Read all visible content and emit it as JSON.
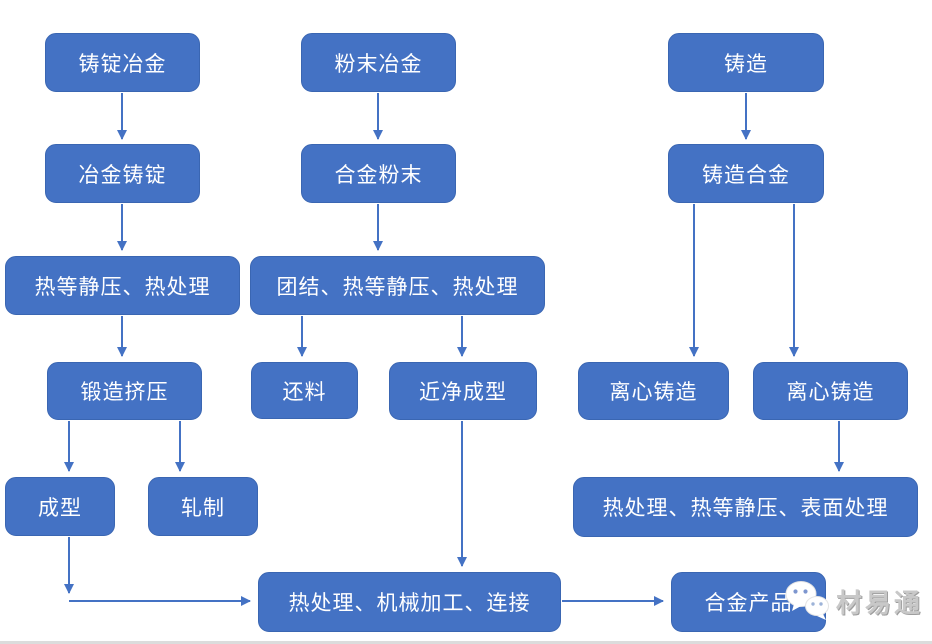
{
  "diagram": {
    "type": "flowchart",
    "nodes": {
      "ingot_metallurgy": "铸锭冶金",
      "metallurgy_ingot": "冶金铸锭",
      "hip_heat_treatment": "热等静压、热处理",
      "forging_extrusion": "锻造挤压",
      "forming": "成型",
      "rolling": "轧制",
      "powder_metallurgy": "粉末冶金",
      "alloy_powder": "合金粉末",
      "consolidation_hip_heat_treatment": "团结、热等静压、热处理",
      "billet": "还料",
      "near_net_shape": "近净成型",
      "casting": "铸造",
      "cast_alloy": "铸造合金",
      "centrifugal_casting_left": "离心铸造",
      "centrifugal_casting_right": "离心铸造",
      "heat_hip_surface_treatment": "热处理、热等静压、表面处理",
      "heat_machining_joining": "热处理、机械加工、连接",
      "alloy_product": "合金产品"
    },
    "edges": [
      [
        "ingot_metallurgy",
        "metallurgy_ingot"
      ],
      [
        "metallurgy_ingot",
        "hip_heat_treatment"
      ],
      [
        "hip_heat_treatment",
        "forging_extrusion"
      ],
      [
        "forging_extrusion",
        "forming"
      ],
      [
        "forging_extrusion",
        "rolling"
      ],
      [
        "forming",
        "heat_machining_joining"
      ],
      [
        "powder_metallurgy",
        "alloy_powder"
      ],
      [
        "alloy_powder",
        "consolidation_hip_heat_treatment"
      ],
      [
        "consolidation_hip_heat_treatment",
        "billet"
      ],
      [
        "consolidation_hip_heat_treatment",
        "near_net_shape"
      ],
      [
        "near_net_shape",
        "heat_machining_joining"
      ],
      [
        "casting",
        "cast_alloy"
      ],
      [
        "cast_alloy",
        "centrifugal_casting_left"
      ],
      [
        "cast_alloy",
        "centrifugal_casting_right"
      ],
      [
        "centrifugal_casting_right",
        "heat_hip_surface_treatment"
      ],
      [
        "heat_machining_joining",
        "alloy_product"
      ]
    ],
    "colors": {
      "node_fill": "#4472C4",
      "node_border": "#3A66B2",
      "node_text": "#FFFFFF",
      "arrow": "#4472C4",
      "watermark_text_color": "#C8C8C8"
    }
  },
  "watermark": {
    "icon": "wechat-icon",
    "text": "材易通"
  }
}
